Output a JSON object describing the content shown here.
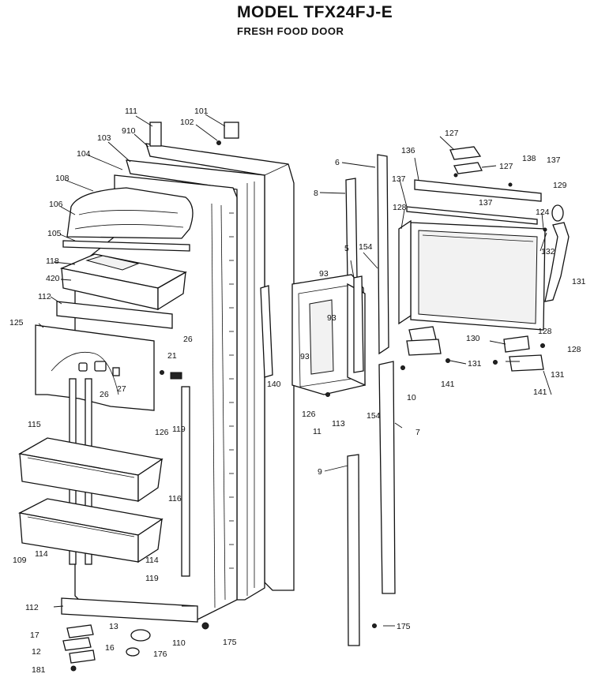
{
  "header": {
    "title": "MODEL TFX24FJ-E",
    "subtitle": "FRESH FOOD DOOR"
  },
  "callouts": [
    {
      "id": "c111",
      "text": "111"
    },
    {
      "id": "c101",
      "text": "101"
    },
    {
      "id": "c102",
      "text": "102"
    },
    {
      "id": "c910",
      "text": "910"
    },
    {
      "id": "c103",
      "text": "103"
    },
    {
      "id": "c104",
      "text": "104"
    },
    {
      "id": "c108",
      "text": "108"
    },
    {
      "id": "c106",
      "text": "106"
    },
    {
      "id": "c105",
      "text": "105"
    },
    {
      "id": "c118",
      "text": "118"
    },
    {
      "id": "c420",
      "text": "420"
    },
    {
      "id": "c112a",
      "text": "112"
    },
    {
      "id": "c125",
      "text": "125"
    },
    {
      "id": "c21",
      "text": "21"
    },
    {
      "id": "c26a",
      "text": "26"
    },
    {
      "id": "c26b",
      "text": "26"
    },
    {
      "id": "c27",
      "text": "27"
    },
    {
      "id": "c126a",
      "text": "126"
    },
    {
      "id": "c119a",
      "text": "119"
    },
    {
      "id": "c115",
      "text": "115"
    },
    {
      "id": "c116",
      "text": "116"
    },
    {
      "id": "c109",
      "text": "109"
    },
    {
      "id": "c114a",
      "text": "114"
    },
    {
      "id": "c114b",
      "text": "114"
    },
    {
      "id": "c119b",
      "text": "119"
    },
    {
      "id": "c112b",
      "text": "112"
    },
    {
      "id": "c13",
      "text": "13"
    },
    {
      "id": "c17",
      "text": "17"
    },
    {
      "id": "c16",
      "text": "16"
    },
    {
      "id": "c12",
      "text": "12"
    },
    {
      "id": "c181",
      "text": "181"
    },
    {
      "id": "c176",
      "text": "176"
    },
    {
      "id": "c110",
      "text": "110"
    },
    {
      "id": "c175a",
      "text": "175"
    },
    {
      "id": "c140",
      "text": "140"
    },
    {
      "id": "c6",
      "text": "6"
    },
    {
      "id": "c8",
      "text": "8"
    },
    {
      "id": "c5",
      "text": "5"
    },
    {
      "id": "c93a",
      "text": "93"
    },
    {
      "id": "c93b",
      "text": "93"
    },
    {
      "id": "c93c",
      "text": "93"
    },
    {
      "id": "c126b",
      "text": "126"
    },
    {
      "id": "c11",
      "text": "11"
    },
    {
      "id": "c113",
      "text": "113"
    },
    {
      "id": "c154a",
      "text": "154"
    },
    {
      "id": "c154b",
      "text": "154"
    },
    {
      "id": "c10",
      "text": "10"
    },
    {
      "id": "c7",
      "text": "7"
    },
    {
      "id": "c9",
      "text": "9"
    },
    {
      "id": "c175b",
      "text": "175"
    },
    {
      "id": "c127a",
      "text": "127"
    },
    {
      "id": "c127b",
      "text": "127"
    },
    {
      "id": "c136",
      "text": "136"
    },
    {
      "id": "c138",
      "text": "138"
    },
    {
      "id": "c137a",
      "text": "137"
    },
    {
      "id": "c137b",
      "text": "137"
    },
    {
      "id": "c137c",
      "text": "137"
    },
    {
      "id": "c129",
      "text": "129"
    },
    {
      "id": "c128a",
      "text": "128"
    },
    {
      "id": "c124",
      "text": "124"
    },
    {
      "id": "c132",
      "text": "132"
    },
    {
      "id": "c131a",
      "text": "131"
    },
    {
      "id": "c128b",
      "text": "128"
    },
    {
      "id": "c128c",
      "text": "128"
    },
    {
      "id": "c130",
      "text": "130"
    },
    {
      "id": "c131b",
      "text": "131"
    },
    {
      "id": "c131c",
      "text": "131"
    },
    {
      "id": "c141a",
      "text": "141"
    },
    {
      "id": "c141b",
      "text": "141"
    }
  ]
}
